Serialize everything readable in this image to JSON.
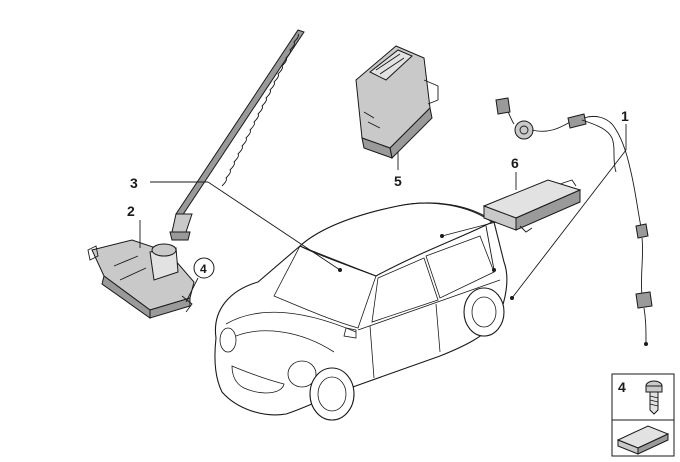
{
  "callouts": {
    "p1": "1",
    "p2": "2",
    "p3": "3",
    "p4": "4",
    "p5": "5",
    "p6": "6",
    "legend_item": "4"
  },
  "icons": [
    "antenna",
    "amplifier",
    "control-unit",
    "tuner-module",
    "cable-harness",
    "car",
    "screw",
    "tool-plate"
  ],
  "colors": {
    "line": "#1a1a1a",
    "part_fill": "#c9c9c9",
    "background": "#ffffff"
  }
}
